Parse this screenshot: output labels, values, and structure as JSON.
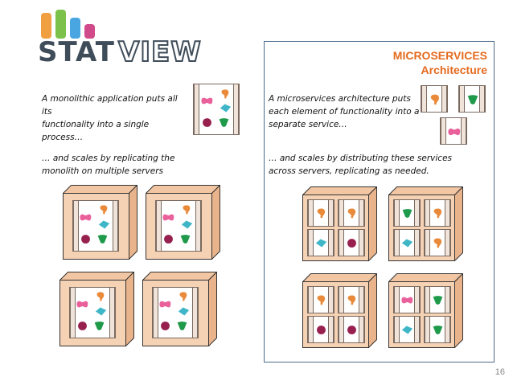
{
  "logo": {
    "word1": "STAT",
    "word2": "VIEW"
  },
  "right_title": {
    "line1": "MICROSERVICES",
    "line2": "Architecture"
  },
  "left": {
    "desc1": [
      "A monolithic application puts all its",
      "functionality into a single process…"
    ],
    "desc2": [
      "… and scales by replicating the",
      "monolith on multiple servers"
    ]
  },
  "right": {
    "desc1": [
      "A microservices architecture puts",
      "each element of functionality into a",
      "separate service…"
    ],
    "desc2": [
      "… and scales by distributing these services",
      "across servers, replicating as needed."
    ]
  },
  "page_number": "16",
  "colors": {
    "orange": "#e98a3a",
    "pink": "#e9609b",
    "teal": "#3fb6c7",
    "maroon": "#97204f",
    "green": "#1f9a4a",
    "server_fill": "#f6d2b4",
    "panel_border": "#4c6b8a",
    "title_orange": "#e56b1f"
  }
}
